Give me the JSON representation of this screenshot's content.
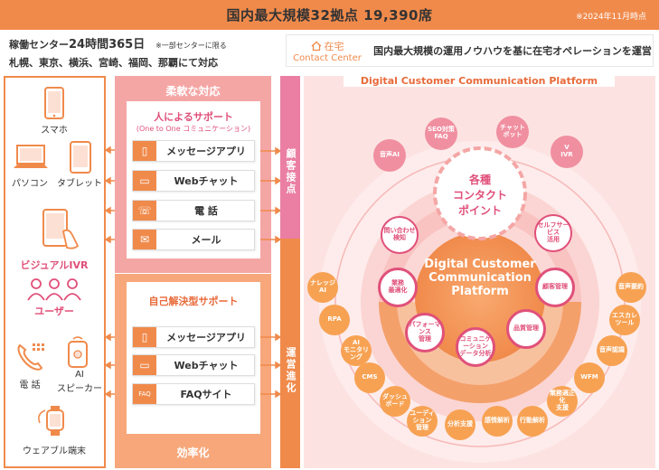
{
  "banner": {
    "title": "国内最大規模32拠点 19,390席",
    "note": "※2024年11月時点"
  },
  "info": {
    "line1_prefix": "稼働センター",
    "line1_big": "24時間365日",
    "line1_note": "※一部センターに限る",
    "line2": "札幌、東京、横浜、宮崎、福岡、那覇にて対応",
    "home_label": "在宅",
    "home_sub": "Contact Center",
    "home_text": "国内最大規模の運用ノウハウを基に在宅オペレーションを運営"
  },
  "devices": {
    "phone": "スマホ",
    "pc": "パソコン",
    "tablet": "タブレット",
    "vr": "ビジュアルIVR",
    "user": "ユーザー",
    "tel": "電 話",
    "ai": "AI",
    "speaker": "スピーカー",
    "wearable": "ウェアブル端末"
  },
  "flexible": {
    "title": "柔軟な対応",
    "card_title": "人によるサポート",
    "card_sub": "(One to One コミュニケーション)",
    "channels": [
      "メッセージアプリ",
      "Webチャット",
      "電 話",
      "メール"
    ]
  },
  "efficiency": {
    "title": "効率化",
    "card_title": "自己解決型サポート",
    "channels": [
      "メッセージアプリ",
      "Webチャット",
      "FAQサイト"
    ]
  },
  "band": {
    "top": "顧客接点",
    "bottom": "運営進化"
  },
  "platform": {
    "title": "Digital Customer Communication Platform",
    "center_line1": "Digital Customer",
    "center_line2": "Communication",
    "center_line3": "Platform",
    "hub_line1": "各種",
    "hub_line2": "コンタクト",
    "hub_line3": "ポイント",
    "pink_bubbles": [
      "音声AI",
      "SEO対策\nFAQ",
      "チャット\nボット",
      "V\nIVR"
    ],
    "inner_top": [
      "問い合わせ\n検知",
      "セルフサービス\n活用"
    ],
    "inner_bottom": [
      "業務\n最適化",
      "顧客管理",
      "パフォーマンス\n管理",
      "品質管理",
      "コミュニケーション\nデータ分析"
    ],
    "orange_left": [
      "ナレッジ\nAI",
      "RPA",
      "AI\nモニタリング",
      "CMS",
      "ダッシュ\nボード",
      "ユーディション\n管理",
      "分析支援",
      "感情解析"
    ],
    "orange_right": [
      "音声要約",
      "エスカレ\nツール",
      "音声認識",
      "WFM",
      "業務適正化\n支援",
      "行動解析"
    ]
  },
  "colors": {
    "orange": "#f08a4b",
    "pink": "#e0507a",
    "light_pink": "#fce3e2",
    "salmon": "#f4a6a5"
  }
}
